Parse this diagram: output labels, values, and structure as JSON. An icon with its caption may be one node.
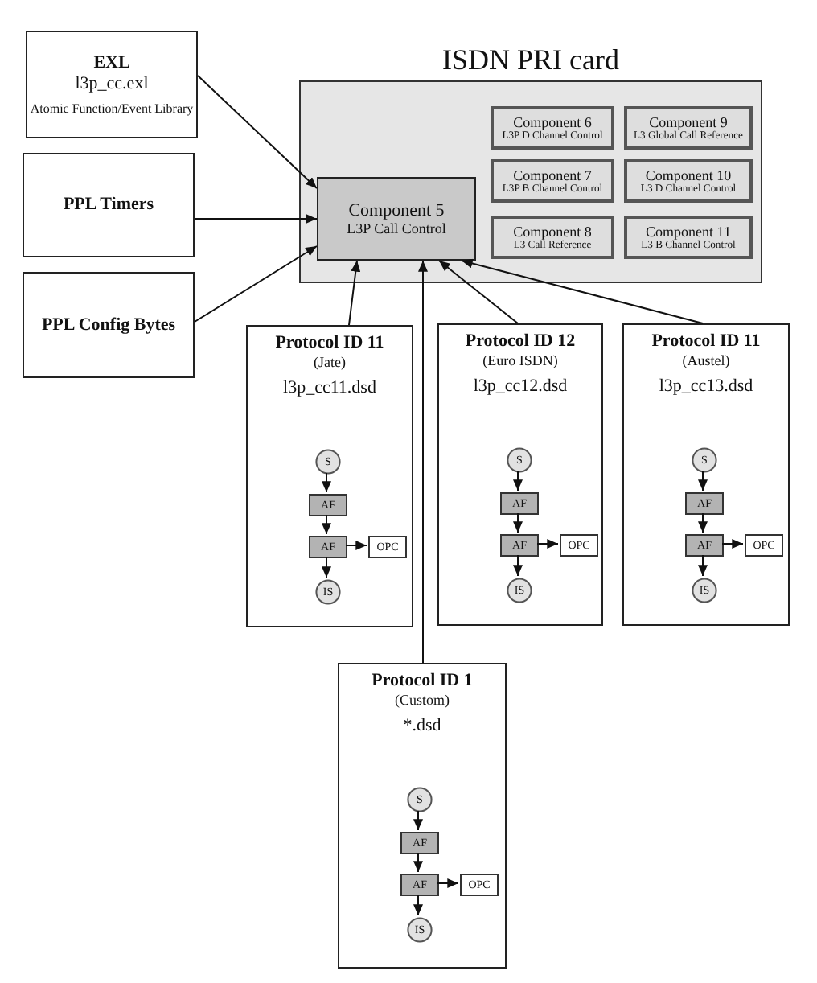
{
  "diagram": {
    "nodes": [
      {
        "text": [
          "EXL",
          "l3p_cc.exl",
          "Atomic Function/Event Library"
        ]
      },
      {
        "text": [
          "PPL Timers"
        ]
      },
      {
        "text": [
          "PPL Config Bytes"
        ]
      },
      {
        "text": [
          "ISDN PRI card"
        ]
      },
      {
        "text": [
          "Component 5",
          "L3P Call Control"
        ],
        "in": 3
      },
      {
        "text": [
          "Component 6",
          "L3P D Channel Control"
        ],
        "in": 3
      },
      {
        "text": [
          "Component 9",
          "L3 Global Call Reference"
        ],
        "in": 3
      },
      {
        "text": [
          "Component 7",
          "L3P B Channel Control"
        ],
        "in": 3
      },
      {
        "text": [
          "Component 10",
          "L3 D Channel Control"
        ],
        "in": 3
      },
      {
        "text": [
          "Component 8",
          "L3 Call Reference"
        ],
        "in": 3
      },
      {
        "text": [
          "Component 11",
          "L3 B Channel Control"
        ],
        "in": 3
      },
      {
        "text": [
          "Protocol ID 11",
          "(Jate)",
          "l3p_cc11.dsd"
        ]
      },
      {
        "text": [
          "S"
        ],
        "in": 11
      },
      {
        "text": [
          "AF"
        ],
        "in": 11
      },
      {
        "text": [
          "AF"
        ],
        "in": 11
      },
      {
        "text": [
          "OPC"
        ],
        "in": 11
      },
      {
        "text": [
          "IS"
        ],
        "in": 11
      },
      {
        "text": [
          "Protocol ID 12",
          "(Euro ISDN)",
          "l3p_cc12.dsd"
        ]
      },
      {
        "text": [
          "S"
        ],
        "in": 17
      },
      {
        "text": [
          "AF"
        ],
        "in": 17
      },
      {
        "text": [
          "AF"
        ],
        "in": 17
      },
      {
        "text": [
          "OPC"
        ],
        "in": 17
      },
      {
        "text": [
          "IS"
        ],
        "in": 17
      },
      {
        "text": [
          "Protocol ID 11",
          "(Austel)",
          "l3p_cc13.dsd"
        ]
      },
      {
        "text": [
          "S"
        ],
        "in": 23
      },
      {
        "text": [
          "AF"
        ],
        "in": 23
      },
      {
        "text": [
          "AF"
        ],
        "in": 23
      },
      {
        "text": [
          "OPC"
        ],
        "in": 23
      },
      {
        "text": [
          "IS"
        ],
        "in": 23
      },
      {
        "text": [
          "Protocol ID 1",
          "(Custom)",
          "*.dsd"
        ]
      },
      {
        "text": [
          "S"
        ],
        "in": 29
      },
      {
        "text": [
          "AF"
        ],
        "in": 29
      },
      {
        "text": [
          "AF"
        ],
        "in": 29
      },
      {
        "text": [
          "OPC"
        ],
        "in": 29
      },
      {
        "text": [
          "IS"
        ],
        "in": 29
      }
    ],
    "edges": [
      {
        "from": 0,
        "to": 4,
        "arrow": "to"
      },
      {
        "from": 1,
        "to": 4,
        "arrow": "to"
      },
      {
        "from": 2,
        "to": 4,
        "arrow": "to"
      },
      {
        "from": 11,
        "to": 4,
        "arrow": "to"
      },
      {
        "from": 17,
        "to": 4,
        "arrow": "to"
      },
      {
        "from": 23,
        "to": 4,
        "arrow": "to"
      },
      {
        "from": 29,
        "to": 4,
        "arrow": "to"
      },
      {
        "from": 12,
        "to": 13,
        "arrow": "to"
      },
      {
        "from": 13,
        "to": 14,
        "arrow": "to"
      },
      {
        "from": 14,
        "to": 15,
        "arrow": "to"
      },
      {
        "from": 14,
        "to": 16,
        "arrow": "to"
      },
      {
        "from": 18,
        "to": 19,
        "arrow": "to"
      },
      {
        "from": 19,
        "to": 20,
        "arrow": "to"
      },
      {
        "from": 20,
        "to": 21,
        "arrow": "to"
      },
      {
        "from": 20,
        "to": 22,
        "arrow": "to"
      },
      {
        "from": 24,
        "to": 25,
        "arrow": "to"
      },
      {
        "from": 25,
        "to": 26,
        "arrow": "to"
      },
      {
        "from": 26,
        "to": 27,
        "arrow": "to"
      },
      {
        "from": 26,
        "to": 28,
        "arrow": "to"
      },
      {
        "from": 30,
        "to": 31,
        "arrow": "to"
      },
      {
        "from": 31,
        "to": 32,
        "arrow": "to"
      },
      {
        "from": 32,
        "to": 33,
        "arrow": "to"
      },
      {
        "from": 32,
        "to": 34,
        "arrow": "to"
      }
    ]
  }
}
